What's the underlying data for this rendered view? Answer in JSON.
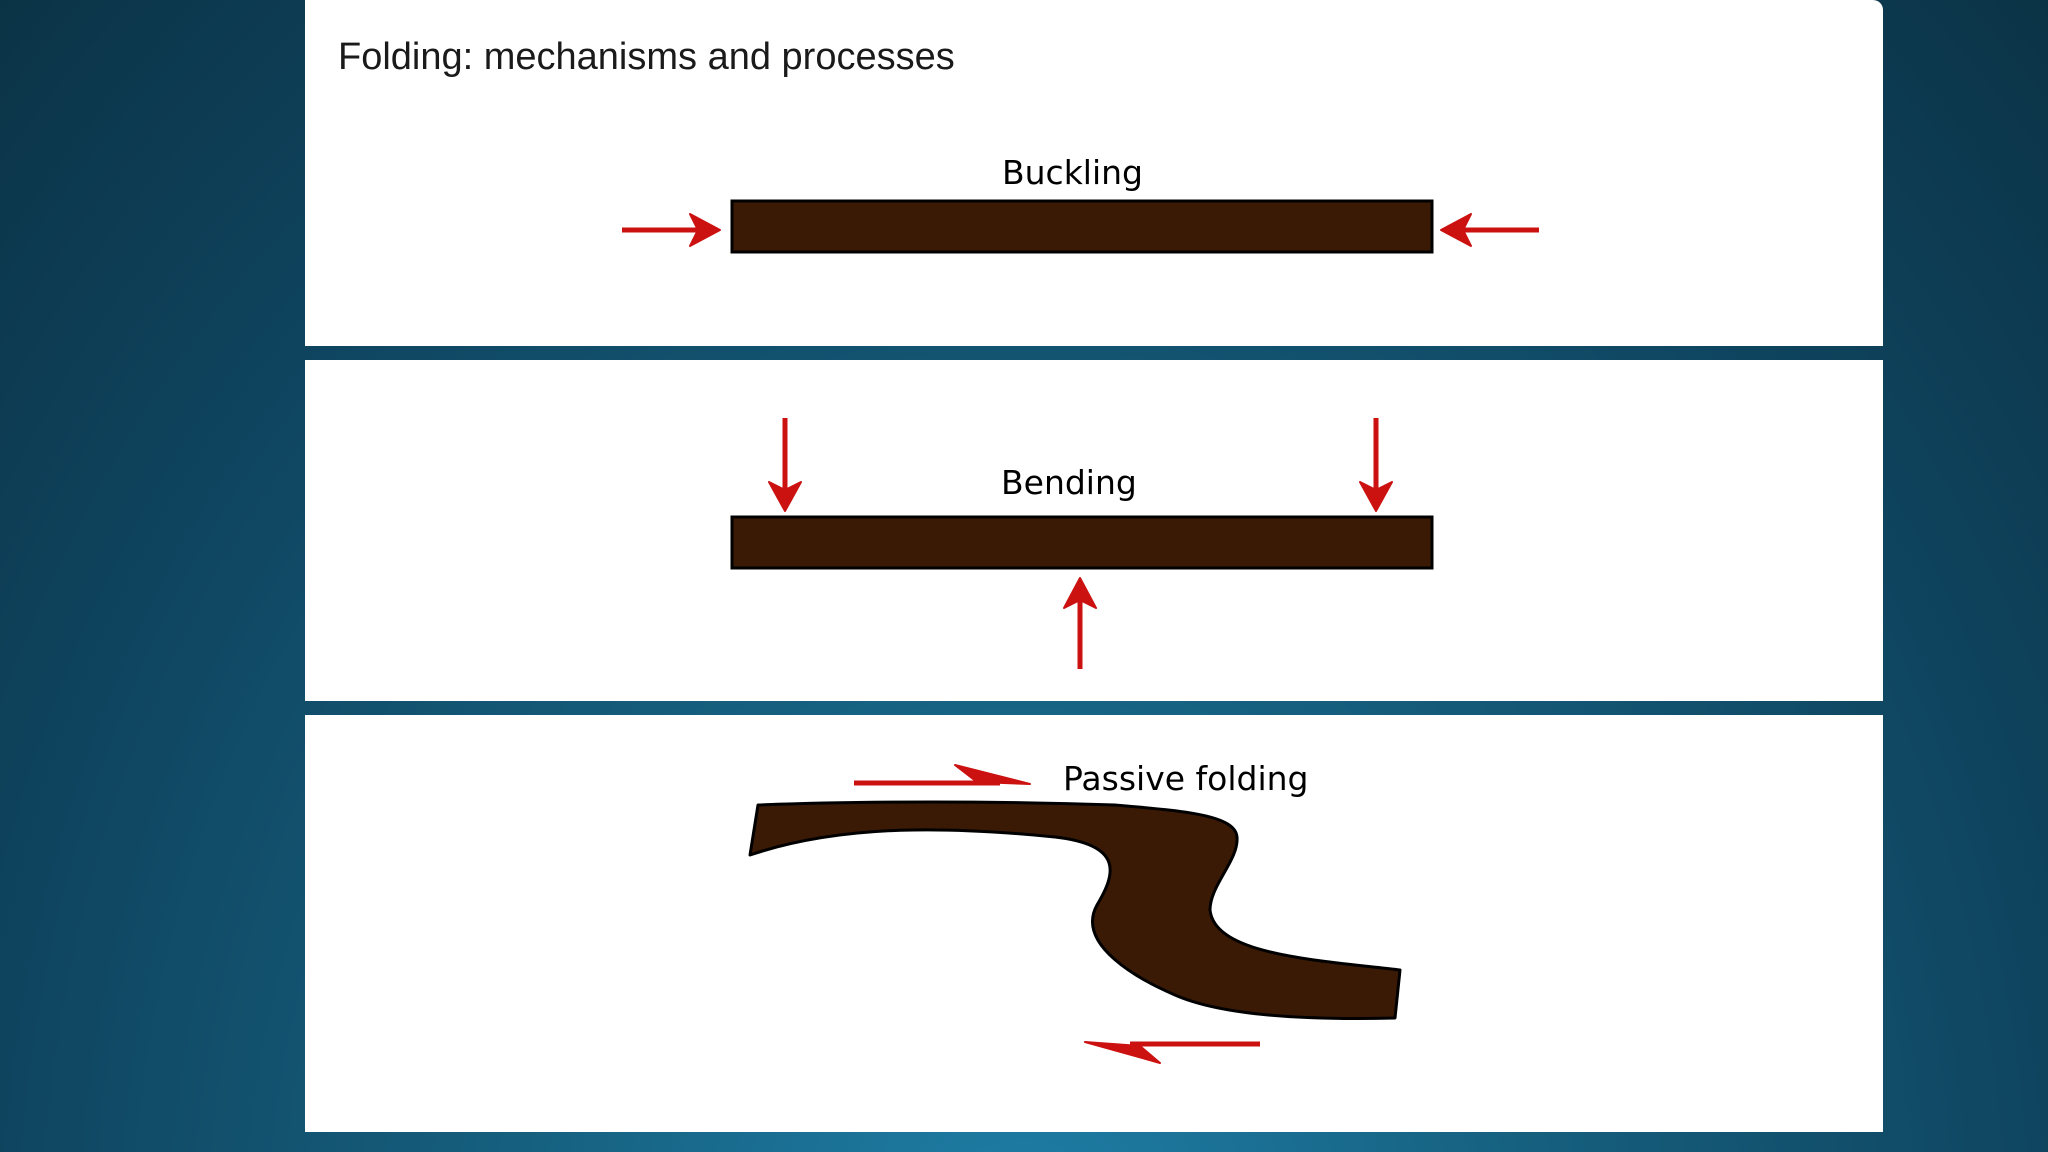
{
  "slide": {
    "title": "Folding: mechanisms and processes"
  },
  "panels": {
    "buckling": {
      "label": "Buckling"
    },
    "bending": {
      "label": "Bending"
    },
    "passive": {
      "label": "Passive folding"
    }
  },
  "colors": {
    "layer_fill": "#3b1a05",
    "arrow": "#cc1111",
    "background": "#0f4560",
    "panel": "#ffffff"
  }
}
